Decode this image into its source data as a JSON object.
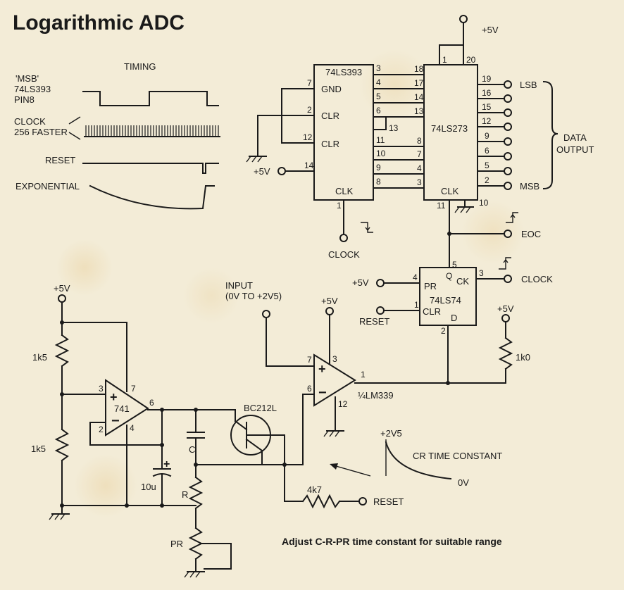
{
  "title": "Logarithmic ADC",
  "footnote": "Adjust C-R-PR time constant for suitable range",
  "timing": {
    "heading": "TIMING",
    "msb_lines": [
      "'MSB'",
      "74LS393",
      "PIN8"
    ],
    "clock_lines": [
      "CLOCK",
      "256 FASTER"
    ],
    "reset": "RESET",
    "exponential": "EXPONENTIAL"
  },
  "chips": {
    "counter": "74LS393",
    "latch": "74LS273",
    "flipflop": "74LS74",
    "opamp": "741",
    "comparator": "¼LM339",
    "transistor": "BC212L"
  },
  "counter_pins": {
    "gnd": "GND",
    "clr1": "CLR",
    "clr2": "CLR",
    "clk": "CLK",
    "p7": "7",
    "p2": "2",
    "p12": "12",
    "p14": "14",
    "p1": "1",
    "p3": "3",
    "p4": "4",
    "p5": "5",
    "p6": "6",
    "p11": "11",
    "p10": "10",
    "p9": "9",
    "p8": "8",
    "p13": "13"
  },
  "latch_pins": {
    "clk": "CLK",
    "p1": "1",
    "p20": "20",
    "in_left": [
      "18",
      "17",
      "14",
      "13",
      "8",
      "7",
      "4",
      "3"
    ],
    "out_right": [
      "19",
      "16",
      "15",
      "12",
      "9",
      "6",
      "5",
      "2"
    ],
    "p11": "11",
    "p10": "10"
  },
  "outputs": {
    "lsb": "LSB",
    "msb": "MSB",
    "data_lines": [
      "DATA",
      "OUTPUT"
    ],
    "eoc": "EOC",
    "clock": "CLOCK"
  },
  "ff_pins": {
    "q": "Q",
    "pr": "PR",
    "ck": "CK",
    "clr": "CLR",
    "d": "D",
    "p5": "5",
    "p4": "4",
    "p3": "3",
    "p1": "1",
    "p2": "2"
  },
  "supply": {
    "plus5": "+5V"
  },
  "labels": {
    "clock_in": "CLOCK",
    "reset": "RESET",
    "input_lines": [
      "INPUT",
      "(0V TO +2V5)"
    ],
    "r1k5_top": "1k5",
    "r1k5_bottom": "1k5",
    "r1k0": "1k0",
    "r4k7": "4k7",
    "cap10u": "10u",
    "cap_c": "C",
    "res_r": "R",
    "pot_pr": "PR",
    "plus_sign": "+",
    "minus_sign": "−",
    "op_p3": "3",
    "op_p2": "2",
    "op_p7": "7",
    "op_p6": "6",
    "op_p4": "4",
    "cmp_p7": "7",
    "cmp_p6": "6",
    "cmp_p3": "3",
    "cmp_p12": "12",
    "cmp_p1": "1"
  },
  "cr_graph": {
    "start": "+2V5",
    "label": "CR TIME CONSTANT",
    "end": "0V"
  }
}
